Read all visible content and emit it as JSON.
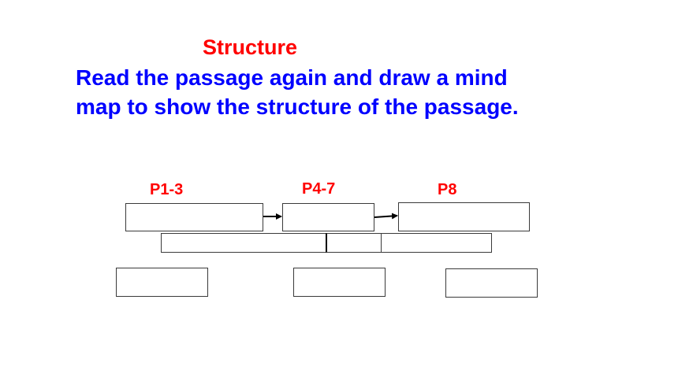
{
  "slide": {
    "heading": "Structure",
    "instruction_line1": "Read the passage again and draw a mind",
    "instruction_line2": "map to show the structure of the passage."
  },
  "mind_map": {
    "labels": [
      "P1-3",
      "P4-7",
      "P8"
    ],
    "colors": {
      "heading": "#ff0000",
      "instruction": "#0000ff",
      "box_border": "#3a3a3a"
    }
  }
}
